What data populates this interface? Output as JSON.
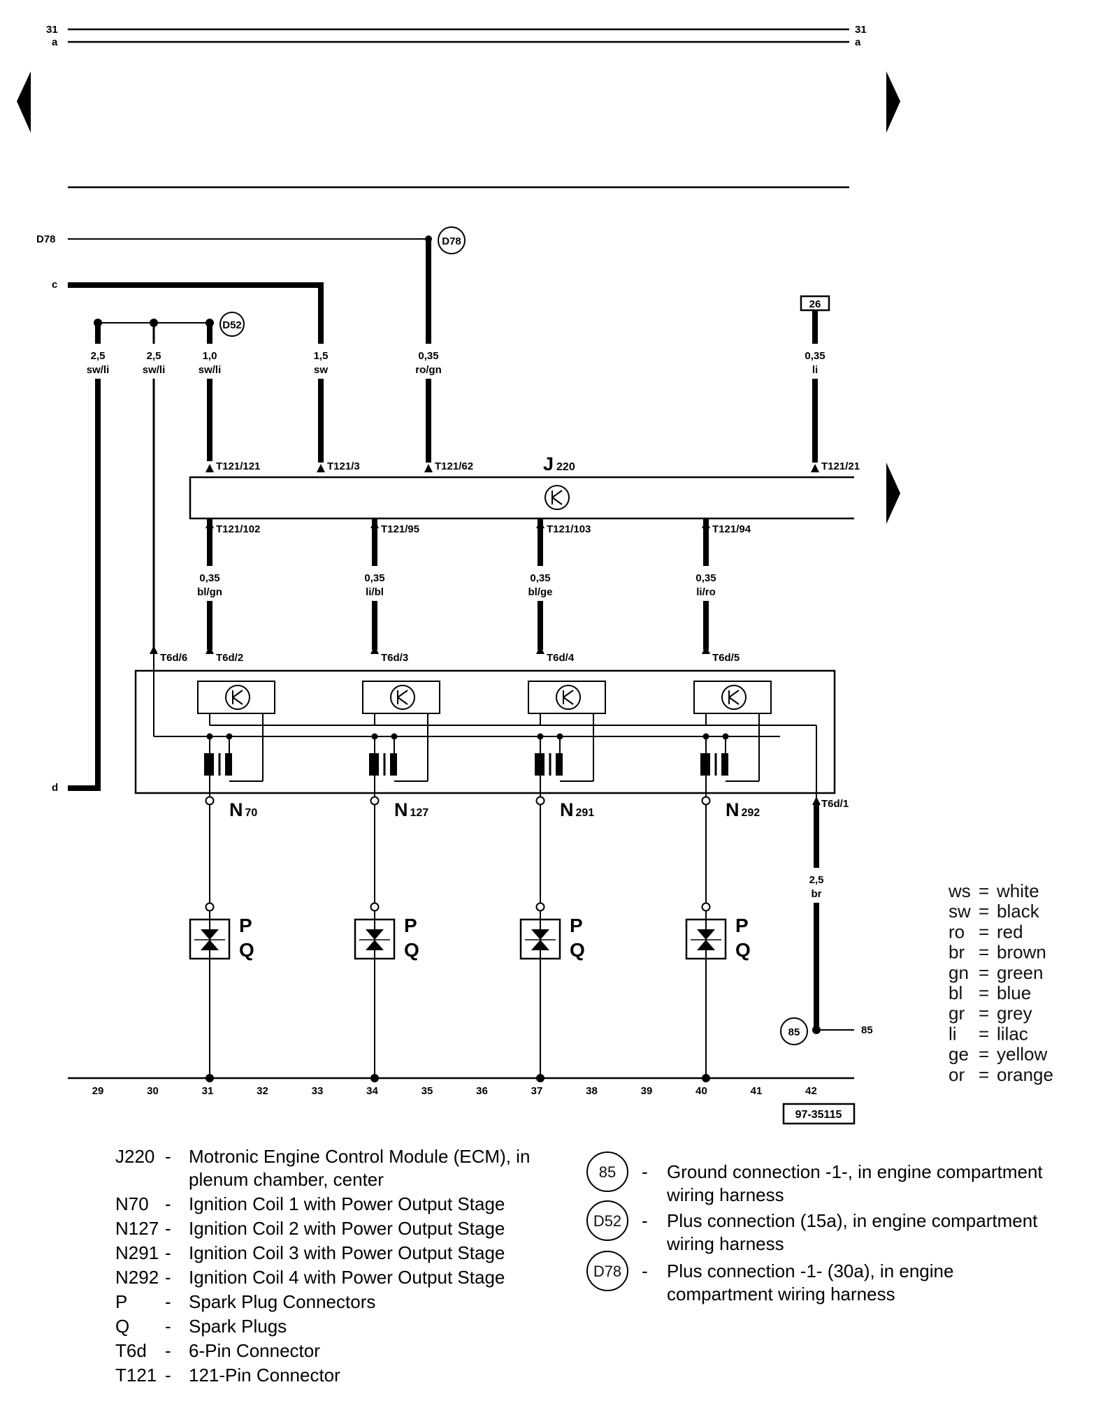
{
  "diagram": {
    "rails": {
      "top_31": "31",
      "top_a": "a",
      "top_31_right": "31",
      "top_a_right": "a",
      "ground_rail_label": "85"
    },
    "inputs": {
      "d78": "D78",
      "c": "c",
      "d": "d"
    },
    "connections": {
      "d52": "D52",
      "d78": "D78",
      "g85": "85",
      "box26": "26"
    },
    "ecm": {
      "code": "J",
      "subscript": "220"
    },
    "wires": [
      {
        "size": "2,5",
        "color": "sw/li"
      },
      {
        "size": "2,5",
        "color": "sw/li"
      },
      {
        "size": "1,0",
        "color": "sw/li"
      },
      {
        "size": "1,5",
        "color": "sw"
      },
      {
        "size": "0,35",
        "color": "ro/gn"
      },
      {
        "size": "0,35",
        "color": "li"
      }
    ],
    "top_pins": [
      "T121/121",
      "T121/3",
      "T121/62",
      "T121/21"
    ],
    "bottom_pins": [
      "T121/102",
      "T121/95",
      "T121/103",
      "T121/94"
    ],
    "coil_wires": [
      {
        "size": "0,35",
        "color": "bl/gn"
      },
      {
        "size": "0,35",
        "color": "li/bl"
      },
      {
        "size": "0,35",
        "color": "bl/ge"
      },
      {
        "size": "0,35",
        "color": "li/ro"
      }
    ],
    "t6d_pins": [
      "T6d/6",
      "T6d/2",
      "T6d/3",
      "T6d/4",
      "T6d/5",
      "T6d/1"
    ],
    "coils": [
      {
        "code": "N",
        "sub": "70"
      },
      {
        "code": "N",
        "sub": "127"
      },
      {
        "code": "N",
        "sub": "291"
      },
      {
        "code": "N",
        "sub": "292"
      }
    ],
    "plug_labels": {
      "p": "P",
      "q": "Q"
    },
    "ground_wire": {
      "size": "2,5",
      "color": "br"
    },
    "track_numbers": [
      "29",
      "30",
      "31",
      "32",
      "33",
      "34",
      "35",
      "36",
      "37",
      "38",
      "39",
      "40",
      "41",
      "42"
    ],
    "figure_id": "97-35115"
  },
  "color_key": [
    {
      "code": "ws",
      "name": "white"
    },
    {
      "code": "sw",
      "name": "black"
    },
    {
      "code": "ro",
      "name": "red"
    },
    {
      "code": "br",
      "name": "brown"
    },
    {
      "code": "gn",
      "name": "green"
    },
    {
      "code": "bl",
      "name": "blue"
    },
    {
      "code": "gr",
      "name": "grey"
    },
    {
      "code": "li",
      "name": "lilac"
    },
    {
      "code": "ge",
      "name": "yellow"
    },
    {
      "code": "or",
      "name": "orange"
    }
  ],
  "component_legend": [
    {
      "code": "J220",
      "lines": [
        "Motronic Engine Control Module (ECM), in",
        "plenum chamber, center"
      ]
    },
    {
      "code": "N70",
      "lines": [
        "Ignition Coil 1 with Power Output Stage"
      ]
    },
    {
      "code": "N127",
      "lines": [
        "Ignition Coil 2 with Power Output Stage"
      ]
    },
    {
      "code": "N291",
      "lines": [
        "Ignition Coil 3 with Power Output Stage"
      ]
    },
    {
      "code": "N292",
      "lines": [
        "Ignition Coil 4 with Power Output Stage"
      ]
    },
    {
      "code": "P",
      "lines": [
        "Spark Plug Connectors"
      ]
    },
    {
      "code": "Q",
      "lines": [
        "Spark Plugs"
      ]
    },
    {
      "code": "T6d",
      "lines": [
        "6-Pin Connector"
      ]
    },
    {
      "code": "T121",
      "lines": [
        "121-Pin Connector"
      ]
    }
  ],
  "connection_legend": [
    {
      "code": "85",
      "lines": [
        "Ground connection -1-, in engine compartment",
        "wiring harness"
      ]
    },
    {
      "code": "D52",
      "lines": [
        "Plus connection (15a), in engine compartment",
        "wiring harness"
      ]
    },
    {
      "code": "D78",
      "lines": [
        "Plus connection -1- (30a), in engine",
        "compartment wiring harness"
      ]
    }
  ]
}
